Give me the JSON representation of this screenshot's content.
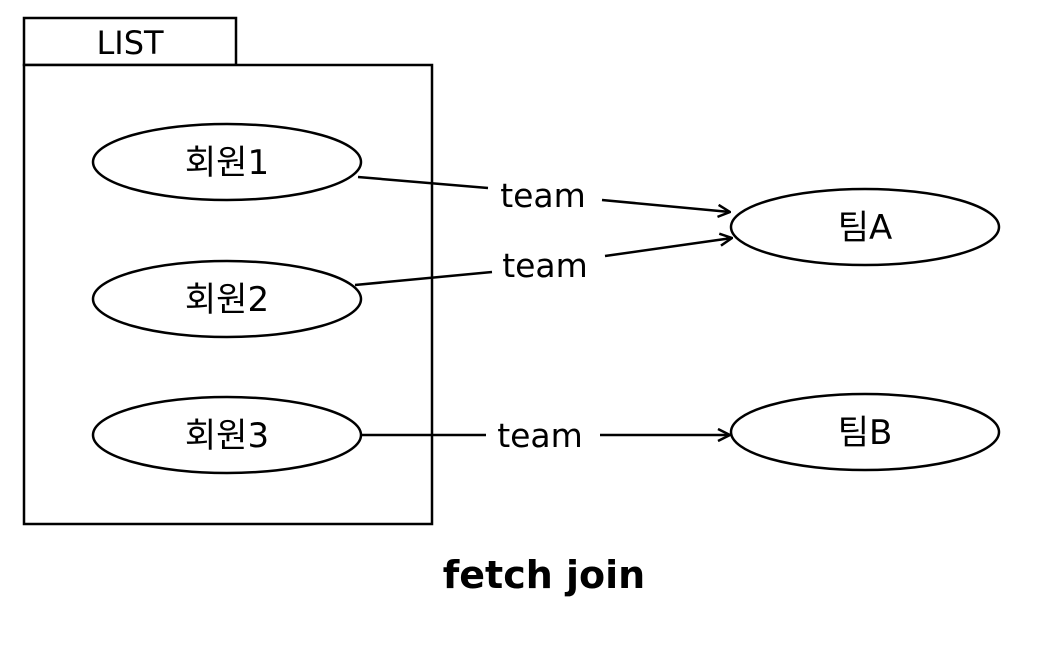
{
  "list": {
    "label": "LIST",
    "members": [
      "회원1",
      "회원2",
      "회원3"
    ]
  },
  "teams": [
    "팀A",
    "팀B"
  ],
  "edges": [
    {
      "from": "회원1",
      "to": "팀A",
      "label": "team"
    },
    {
      "from": "회원2",
      "to": "팀A",
      "label": "team"
    },
    {
      "from": "회원3",
      "to": "팀B",
      "label": "team"
    }
  ],
  "caption": "fetch join"
}
